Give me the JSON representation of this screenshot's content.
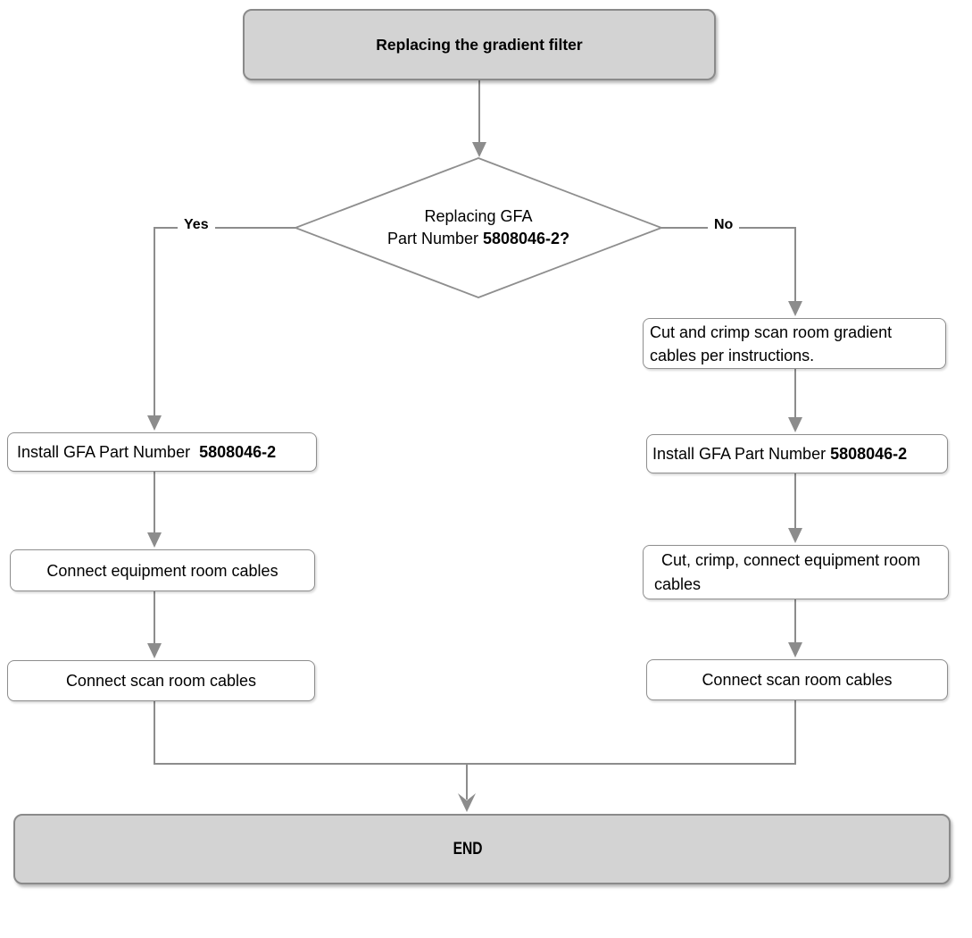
{
  "flowchart": {
    "title": "Replacing the gradient filter",
    "decision": {
      "line1": "Replacing GFA",
      "line2_prefix": "Part Number ",
      "line2_bold": "5808046-2?"
    },
    "edge_labels": {
      "yes": "Yes",
      "no": "No"
    },
    "left_branch": {
      "install_prefix": "Install GFA Part Number ",
      "install_bold": "5808046-2",
      "connect_equipment": "Connect equipment room cables",
      "connect_scan": "Connect scan room cables"
    },
    "right_branch": {
      "cut_crimp": "Cut and crimp scan room gradient cables per instructions.",
      "install_prefix": "Install GFA Part Number ",
      "install_bold": "5808046-2",
      "cut_crimp_connect": "Cut, crimp, connect equipment room cables",
      "connect_scan": "Connect scan room cables"
    },
    "end_label": "END",
    "colors": {
      "terminal_fill": "#d3d3d3",
      "node_fill": "#ffffff",
      "border": "#8e8e8e",
      "line": "#8c8c8c",
      "text": "#000000"
    }
  }
}
